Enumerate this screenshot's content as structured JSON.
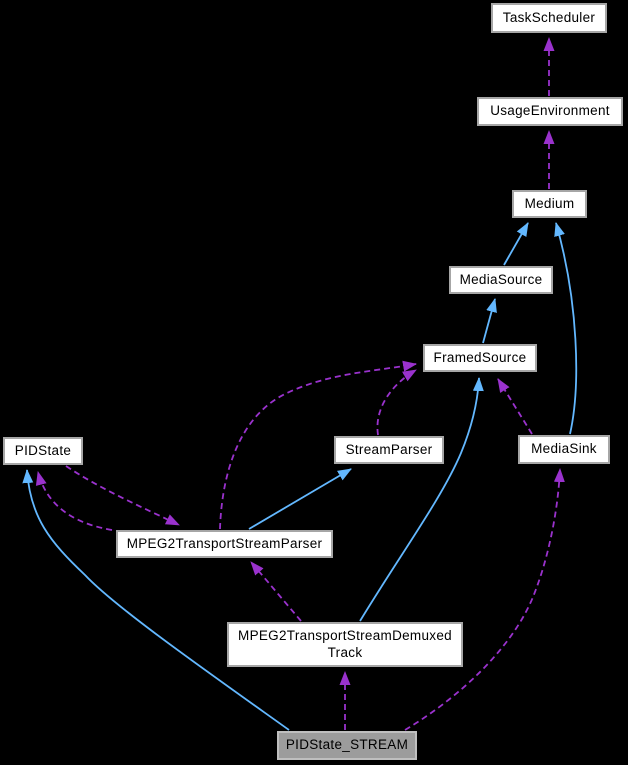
{
  "diagram": {
    "kind": "collaboration-graph",
    "colors": {
      "background": "#000000",
      "inheritance_edge": "#63B8FF",
      "usage_edge": "#9A32CD",
      "node_bg": "#FFFFFF",
      "node_border": "#A6A6A6",
      "node_text": "#000000",
      "selected_node_bg": "#9C9C9C",
      "selected_node_border": "#BFBFBF"
    },
    "nodes": [
      {
        "id": "TaskScheduler",
        "label": "TaskScheduler",
        "selected": false
      },
      {
        "id": "UsageEnvironment",
        "label": "UsageEnvironment",
        "selected": false
      },
      {
        "id": "Medium",
        "label": "Medium",
        "selected": false
      },
      {
        "id": "MediaSource",
        "label": "MediaSource",
        "selected": false
      },
      {
        "id": "FramedSource",
        "label": "FramedSource",
        "selected": false
      },
      {
        "id": "PIDState",
        "label": "PIDState",
        "selected": false
      },
      {
        "id": "StreamParser",
        "label": "StreamParser",
        "selected": false
      },
      {
        "id": "MediaSink",
        "label": "MediaSink",
        "selected": false
      },
      {
        "id": "MPEG2TransportStreamParser",
        "label": "MPEG2TransportStreamParser",
        "selected": false
      },
      {
        "id": "MPEG2TransportStreamDemuxedTrack",
        "label": "MPEG2TransportStreamDemuxed\nTrack",
        "selected": false
      },
      {
        "id": "PIDState_STREAM",
        "label": "PIDState_STREAM",
        "selected": true
      }
    ],
    "edges": [
      {
        "from": "Medium",
        "to": "UsageEnvironment",
        "type": "usage"
      },
      {
        "from": "UsageEnvironment",
        "to": "TaskScheduler",
        "type": "usage"
      },
      {
        "from": "MediaSource",
        "to": "Medium",
        "type": "inheritance"
      },
      {
        "from": "MediaSink",
        "to": "Medium",
        "type": "inheritance"
      },
      {
        "from": "FramedSource",
        "to": "MediaSource",
        "type": "inheritance"
      },
      {
        "from": "StreamParser",
        "to": "FramedSource",
        "type": "usage"
      },
      {
        "from": "MPEG2TransportStreamParser",
        "to": "FramedSource",
        "type": "usage"
      },
      {
        "from": "MediaSink",
        "to": "FramedSource",
        "type": "usage"
      },
      {
        "from": "MPEG2TransportStreamParser",
        "to": "StreamParser",
        "type": "inheritance"
      },
      {
        "from": "PIDState",
        "to": "MPEG2TransportStreamParser",
        "type": "usage"
      },
      {
        "from": "MPEG2TransportStreamParser",
        "to": "PIDState",
        "type": "usage"
      },
      {
        "from": "MPEG2TransportStreamDemuxedTrack",
        "to": "MPEG2TransportStreamParser",
        "type": "usage"
      },
      {
        "from": "MPEG2TransportStreamDemuxedTrack",
        "to": "FramedSource",
        "type": "inheritance"
      },
      {
        "from": "PIDState_STREAM",
        "to": "PIDState",
        "type": "inheritance"
      },
      {
        "from": "PIDState_STREAM",
        "to": "MPEG2TransportStreamDemuxedTrack",
        "type": "usage"
      },
      {
        "from": "PIDState_STREAM",
        "to": "MediaSink",
        "type": "usage"
      }
    ]
  }
}
